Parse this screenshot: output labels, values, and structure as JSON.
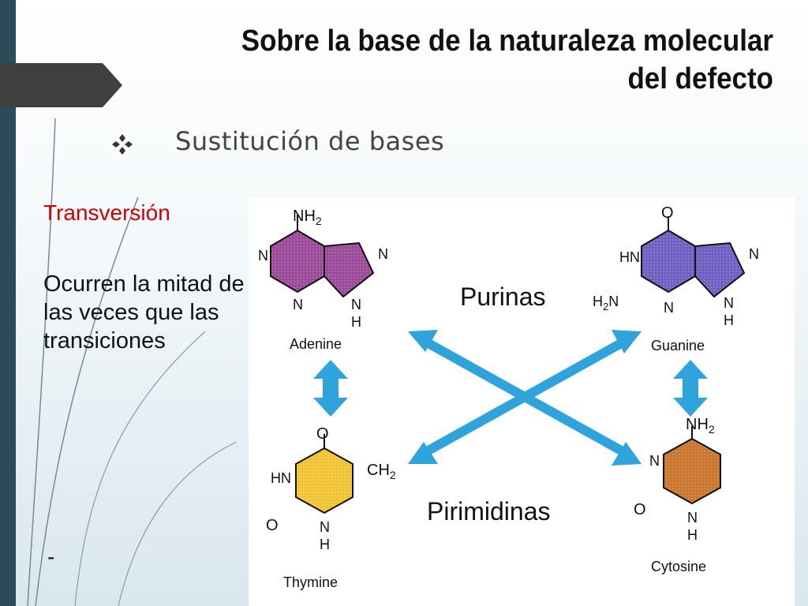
{
  "slide": {
    "title_line1": "Sobre la base de la naturaleza molecular",
    "title_line2": "del defecto",
    "bullet_text": "Sustitución de bases",
    "transversion": "Transversión",
    "side_text": "Ocurren la mitad de las veces que las transiciones",
    "dash": "-"
  },
  "figure": {
    "purinas": "Purinas",
    "pirimidinas": "Pirimidinas",
    "molecules": {
      "adenine": {
        "name": "Adenine",
        "labels": [
          "NH2",
          "N",
          "N",
          "N",
          "N",
          "H"
        ]
      },
      "guanine": {
        "name": "Guanine",
        "labels": [
          "O",
          "HN",
          "N",
          "H2N",
          "N",
          "N",
          "H"
        ]
      },
      "thymine": {
        "name": "Thymine",
        "labels": [
          "O",
          "HN",
          "CH2",
          "O",
          "N",
          "H"
        ]
      },
      "cytosine": {
        "name": "Cytosine",
        "labels": [
          "NH2",
          "N",
          "O",
          "N",
          "H"
        ]
      }
    }
  },
  "colors": {
    "adenine": "#9b4a9a",
    "guanine": "#6f5fc0",
    "thymine": "#f1c232",
    "cytosine": "#c9772f",
    "arrow": "#2ea3dc",
    "sidebar": "#2b4a5a",
    "transversion_text": "#cc0000"
  }
}
